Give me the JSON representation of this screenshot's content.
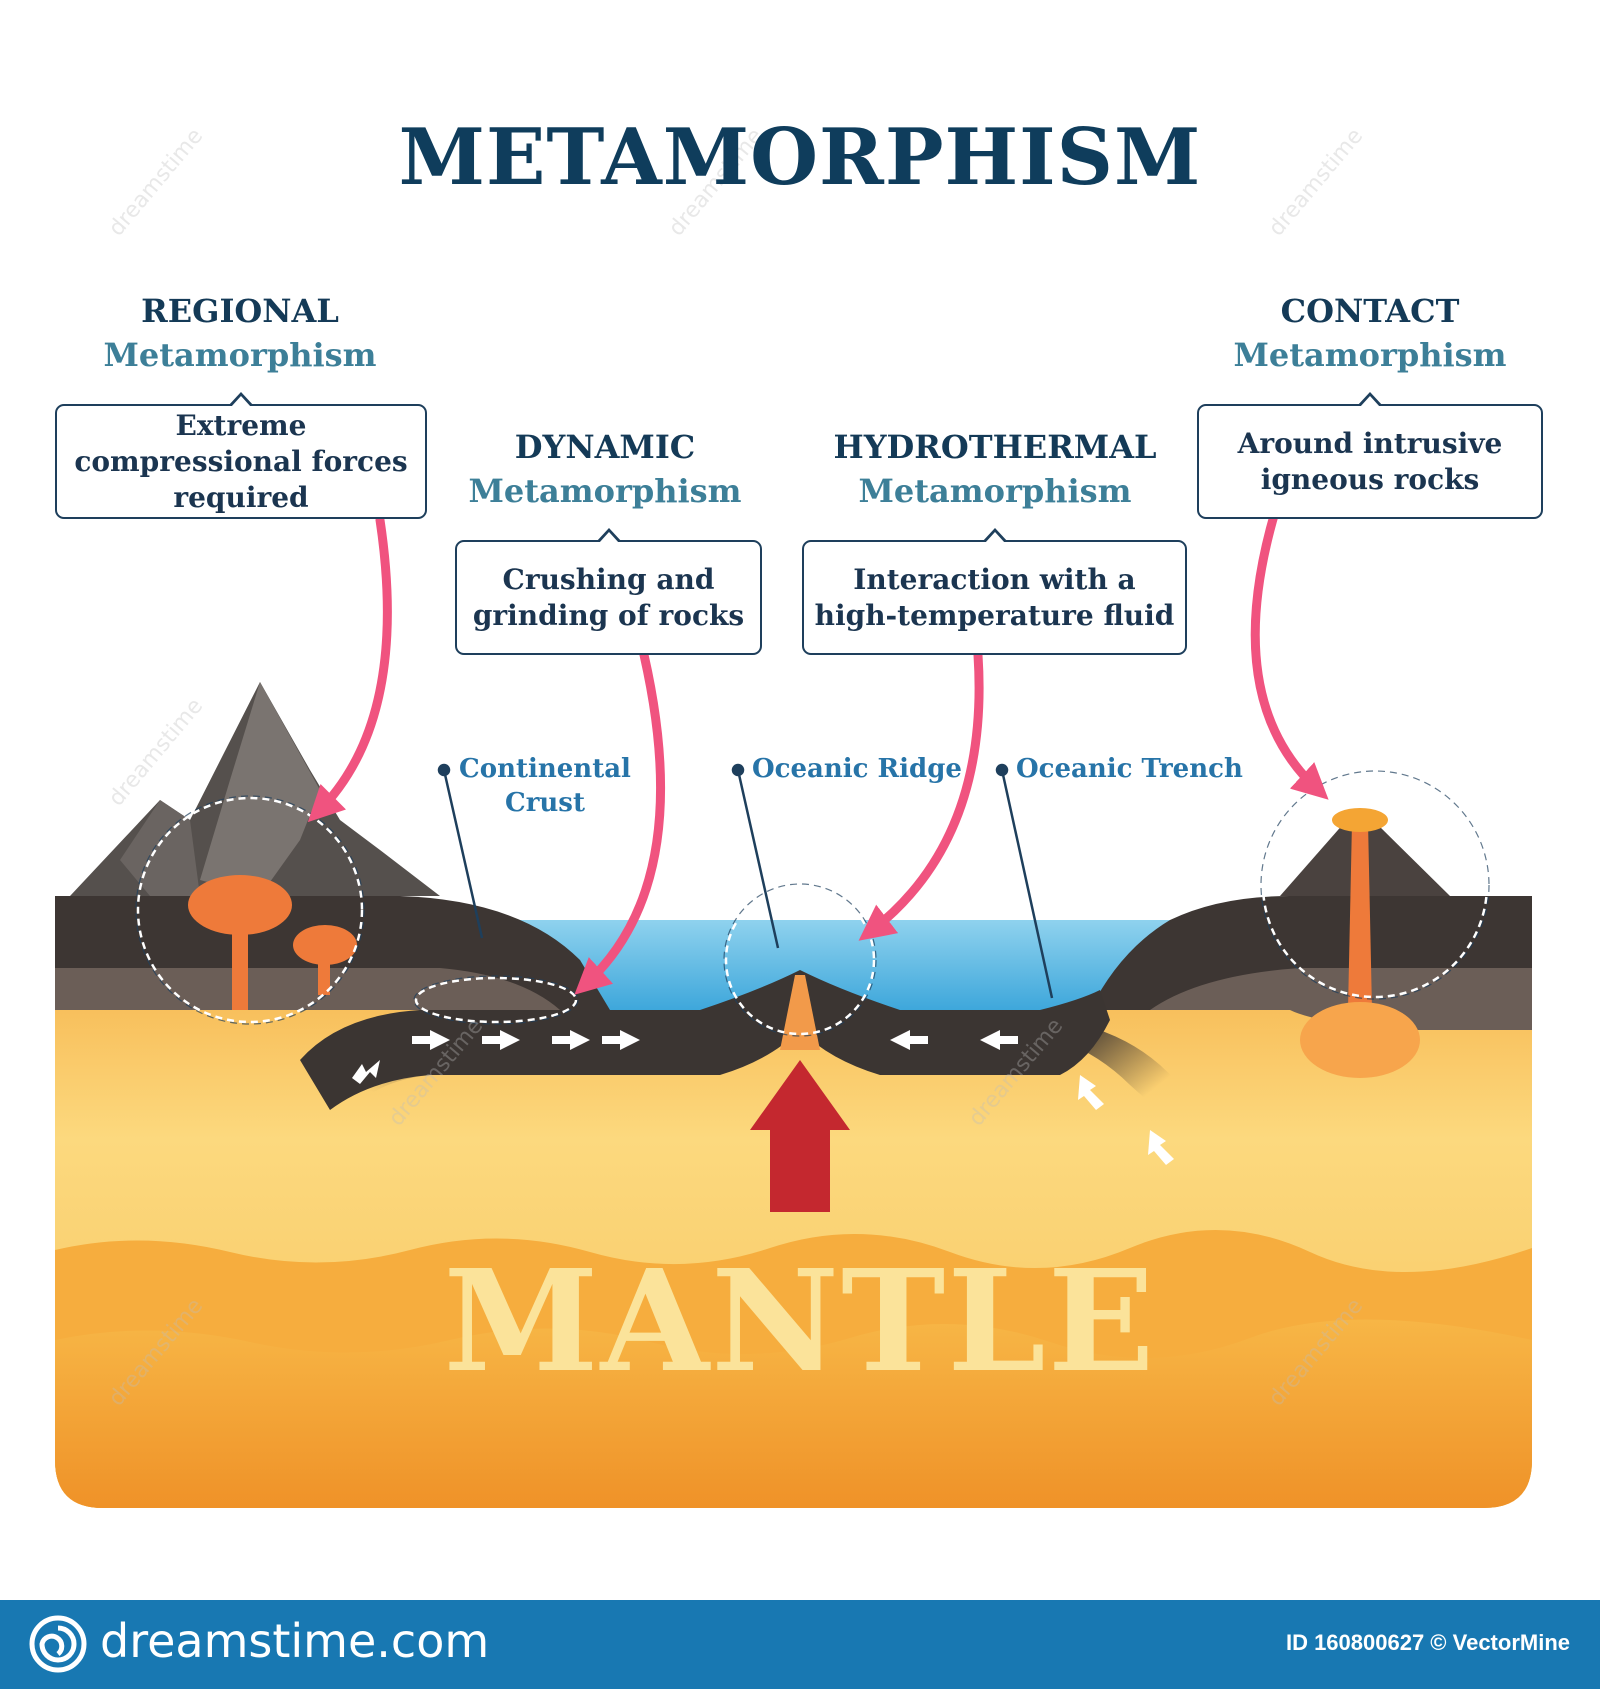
{
  "title": "METAMORPHISM",
  "regional": {
    "type": "REGIONAL",
    "sub": "Metamorphism",
    "desc": "Extreme compressional forces required"
  },
  "dynamic": {
    "type": "DYNAMIC",
    "sub": "Metamorphism",
    "desc": "Crushing and grinding of rocks"
  },
  "hydrothermal": {
    "type": "HYDROTHERMAL",
    "sub": "Metamorphism",
    "desc": "Interaction with a high-temperature fluid"
  },
  "contact": {
    "type": "CONTACT",
    "sub": "Metamorphism",
    "desc": "Around intrusive igneous rocks"
  },
  "labels": {
    "continental_crust": "Continental Crust",
    "oceanic_ridge": "Oceanic Ridge",
    "oceanic_trench": "Oceanic Trench"
  },
  "mantle": "MANTLE",
  "footer": {
    "brand": "dreamstime.com",
    "credit": "ID 160800627 © VectorMine"
  },
  "watermark": "dreamstime",
  "colors": {
    "title": "#0f3d5c",
    "subtitle": "#3d7f98",
    "arrow": "#f0537f",
    "ocean": "#4fb3e0",
    "mantle_upper": "#fbd67a",
    "mantle_lower": "#f29a2e",
    "rock_dark": "#3b3532",
    "magma": "#ee7a3a",
    "upwelling_arrow": "#c4282f",
    "footer_bg": "#1878b2"
  }
}
